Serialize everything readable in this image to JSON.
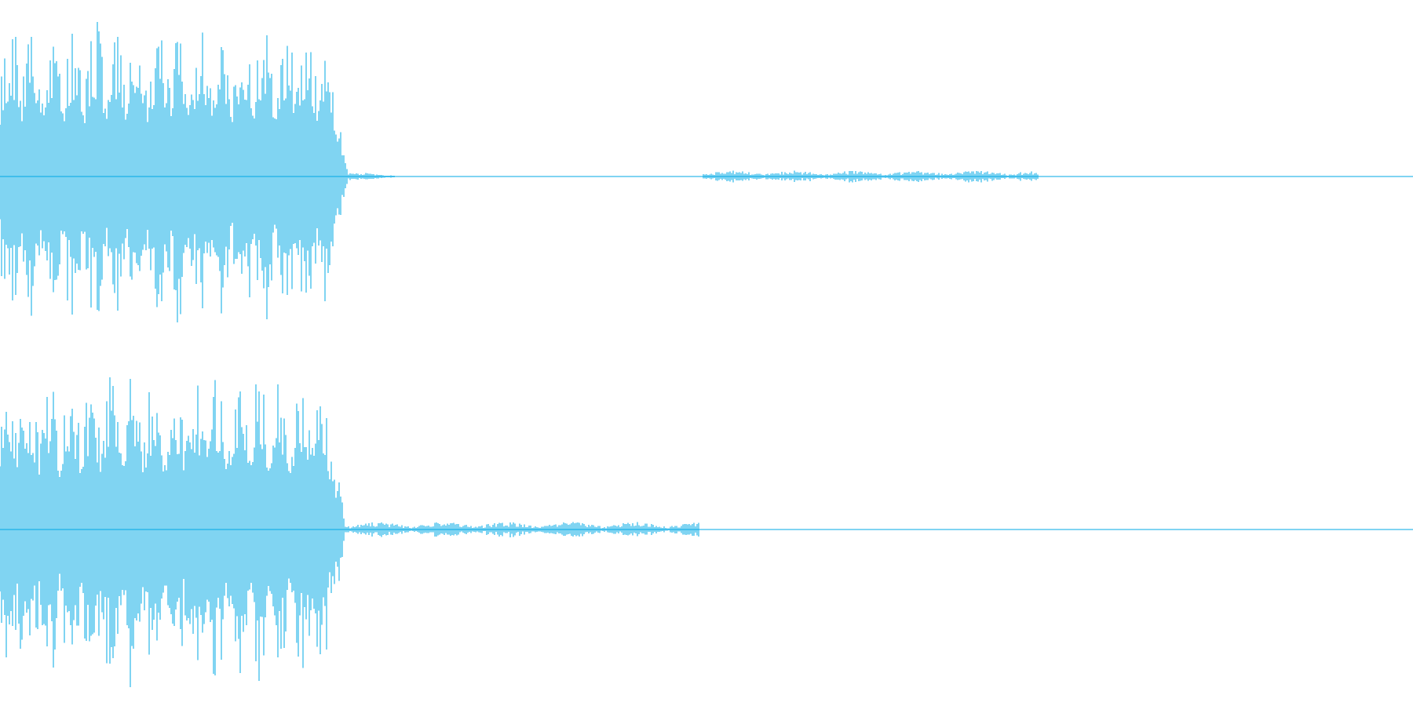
{
  "waveform": {
    "channels": [
      {
        "name": ""
      },
      {
        "name": ""
      }
    ],
    "colors": {
      "background": "#ffffff",
      "wave": "#00a8e6"
    },
    "segments": {
      "channel_1": [
        {
          "start": 0.0,
          "end": 0.247,
          "level": 0.95,
          "type": "loud"
        },
        {
          "start": 0.247,
          "end": 0.285,
          "level": 0.03,
          "type": "tail"
        },
        {
          "start": 0.497,
          "end": 0.735,
          "level": 0.035,
          "type": "soft"
        }
      ],
      "channel_2": [
        {
          "start": 0.0,
          "end": 0.245,
          "level": 0.95,
          "type": "loud"
        },
        {
          "start": 0.245,
          "end": 0.495,
          "level": 0.045,
          "type": "soft"
        }
      ]
    }
  }
}
